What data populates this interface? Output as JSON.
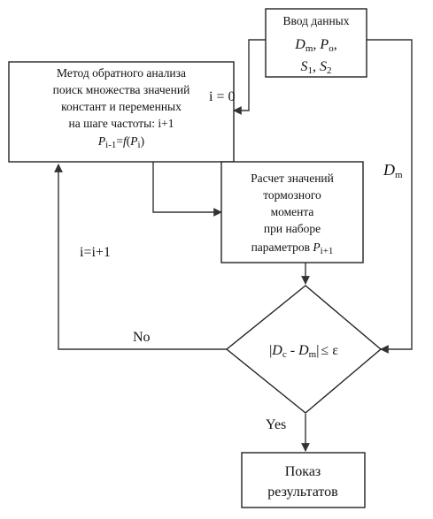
{
  "nodes": {
    "input": {
      "line1": "Ввод данных",
      "line2": {
        "a": "D",
        "a_sub": "m",
        "sep1": ", ",
        "b": "P",
        "b_sub": "o",
        "sep2": ","
      },
      "line3": {
        "a": "S",
        "a_sub": "1",
        "sep": ", ",
        "b": "S",
        "b_sub": "2"
      }
    },
    "method": {
      "line1": "Метод обратного анализа",
      "line2": "поиск множества значений",
      "line3": "констант и переменных",
      "line4": "на шаге частоты: i+1",
      "formula": {
        "p1": "P",
        "p1_sub": "i-1",
        "eq": "=",
        "f": "f",
        "open": "(",
        "p2": "P",
        "p2_sub": "i",
        "close": ")"
      }
    },
    "calc": {
      "line1": "Расчет значений",
      "line2": "тормозного",
      "line3": "момента",
      "line4": "при наборе",
      "line5_text": "параметров ",
      "line5_p": "P",
      "line5_sub": "i+1"
    },
    "decision": {
      "bar_left": "|",
      "dc": "D",
      "dc_sub": "c",
      "minus": " - ",
      "dm": "D",
      "dm_sub": "m",
      "bar_right": "|",
      "le": "≤ ε"
    },
    "result": {
      "line1": "Показ",
      "line2": "результатов"
    }
  },
  "edge_labels": {
    "i_zero": "i = 0",
    "dm_label": {
      "text": "D",
      "sub": "m"
    },
    "i_increment": "i=i+1",
    "no": "No",
    "yes": "Yes"
  }
}
